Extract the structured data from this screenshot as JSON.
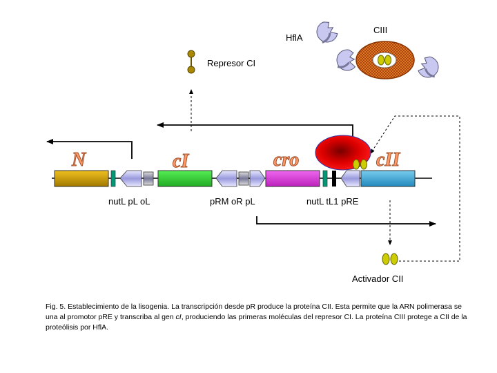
{
  "labels": {
    "hflA": "HflA",
    "ciii": "CIII",
    "represor_ci": "Represor CI",
    "activador_cii": "Activador CII",
    "region_left": "nutL pL oL",
    "region_mid": "pRM oR pL",
    "region_right": "nutL tL1 pRE"
  },
  "genes": {
    "N": "N",
    "cI": "cI",
    "cro": "cro",
    "cII": "cII"
  },
  "caption": {
    "part1": "Fig. 5. Establecimiento de la lisogenia. La transcripción desde pR produce la proteína CII. Esta permite que la ARN polimerasa se una al promotor pRE y transcriba al gen ",
    "italic": "cI",
    "part2": ", produciendo las primeras moléculas del represor CI. La proteína CIII protege  a CII de la proteólisis por HflA."
  },
  "colors": {
    "gene_N": "#d4a000",
    "gene_cI": "#33cc33",
    "gene_cro": "#dd44dd",
    "gene_cII": "#44aadd",
    "rna_polymerase": "#dd0000",
    "ciii_protein": "#cc6622",
    "hflA_protease": "#b8b8e8",
    "cII_dimer": "#cccc00",
    "site_marker": "#009977"
  }
}
